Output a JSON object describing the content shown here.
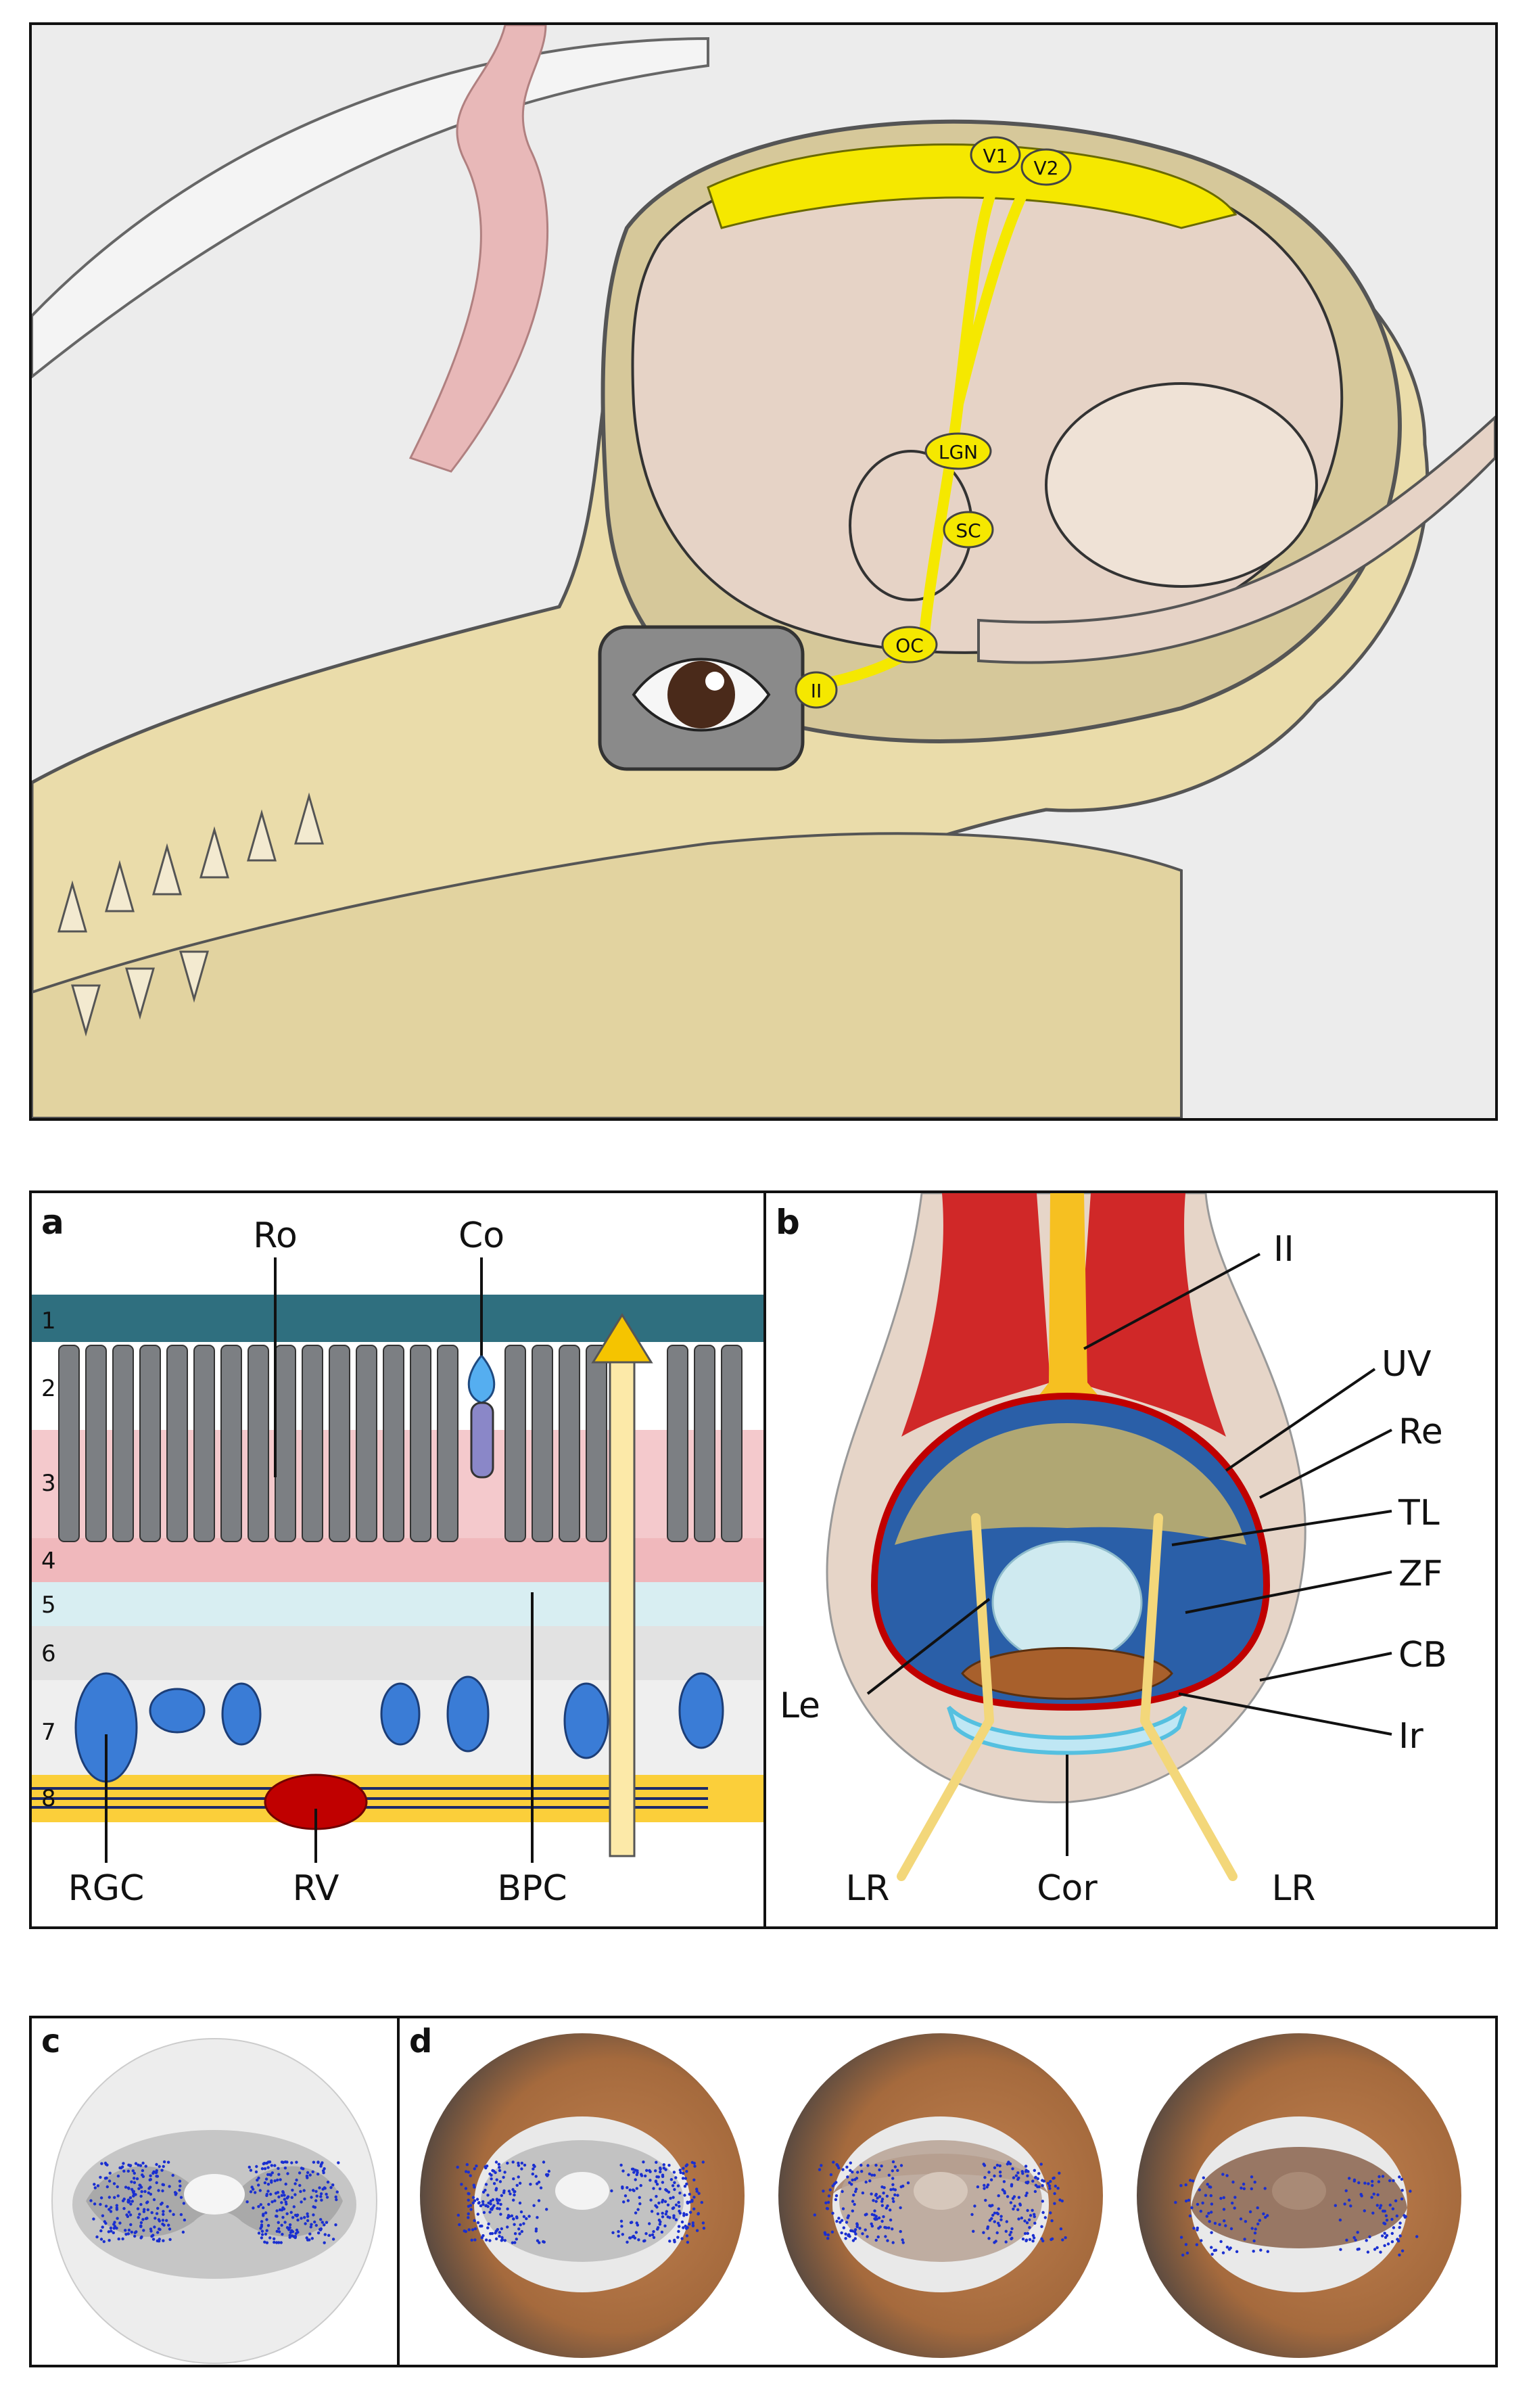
{
  "panel_top": {
    "labels": {
      "v1": "V1",
      "v2": "V2",
      "lgn": "LGN",
      "sc": "SC",
      "oc": "OC",
      "ii": "II"
    }
  },
  "panel_a": {
    "tag": "a",
    "labels": {
      "ro": "Ro",
      "co": "Co",
      "rgc": "RGC",
      "rv": "RV",
      "bpc": "BPC"
    },
    "layers": [
      "1",
      "2",
      "3",
      "4",
      "5",
      "6",
      "7",
      "8"
    ]
  },
  "panel_b": {
    "tag": "b",
    "labels": {
      "ii": "II",
      "uv": "UV",
      "re": "Re",
      "tl": "TL",
      "zf": "ZF",
      "le": "Le",
      "cb": "CB",
      "ir": "Ir",
      "lr_left": "LR",
      "cor": "Cor",
      "lr_right": "LR"
    }
  },
  "panel_c": {
    "tag": "c"
  },
  "panel_d": {
    "tag": "d"
  },
  "colors": {
    "yellow_path": "#f5e800",
    "skull": "#eadcaa",
    "brain": "#e6d3c6",
    "retina_blue": "#3a7cd6",
    "vessel_red": "#c00000",
    "dots": "#1a2fd0",
    "eye_brown": "#a87050"
  }
}
